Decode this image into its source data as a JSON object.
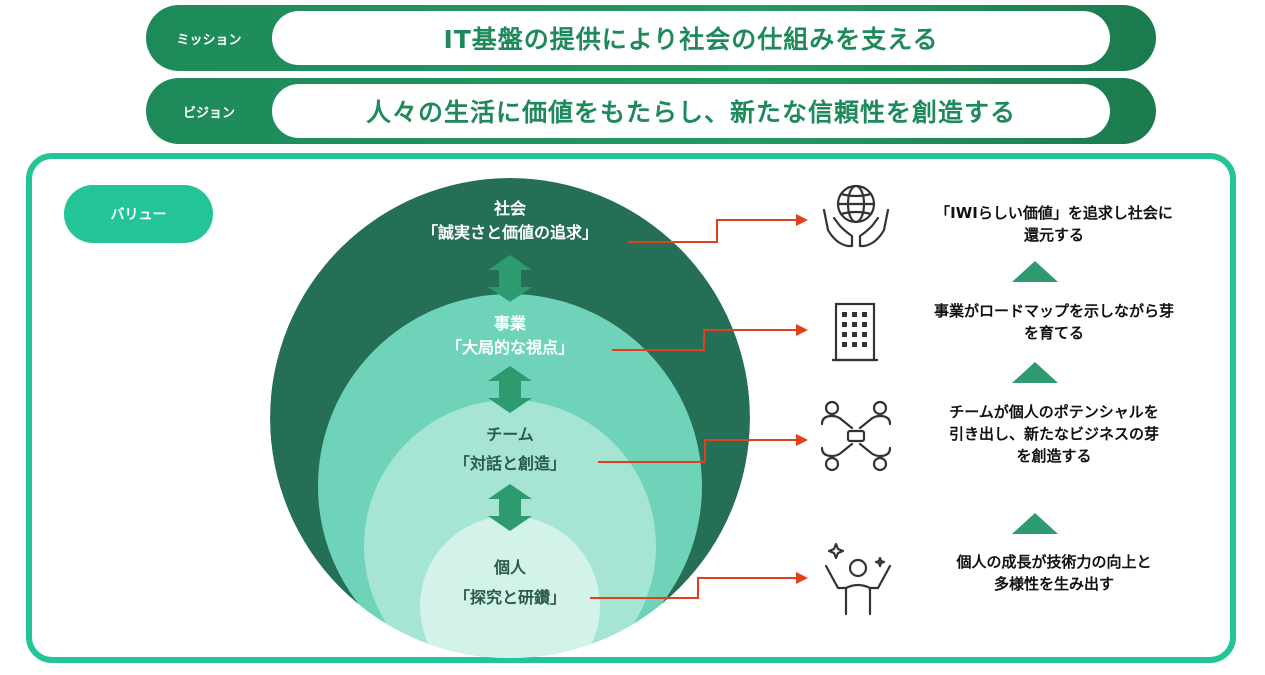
{
  "mission": {
    "tag": "ミッション",
    "text": "IT基盤の提供により社会の仕組みを支える"
  },
  "vision": {
    "tag": "ビジョン",
    "text": "人々の生活に価値をもたらし、新たな信頼性を創造する"
  },
  "values": {
    "tag": "バリュー",
    "layers": [
      {
        "name": "社会",
        "value": "「誠実さと価値の追求」"
      },
      {
        "name": "事業",
        "value": "「大局的な視点」"
      },
      {
        "name": "チーム",
        "value": "「対話と創造」"
      },
      {
        "name": "個人",
        "value": "「探究と研鑽」"
      }
    ],
    "icons": [
      "globe-hands-icon",
      "building-icon",
      "team-collaboration-icon",
      "person-growth-icon"
    ],
    "outcomes": [
      "「IWIらしい価値」を追求し社会に還元する",
      "事業がロードマップを示しながら芽を育てる",
      "チームが個人のポテンシャルを引き出し、新たなビジネスの芽を創造する",
      "個人の成長が技術力の向上と多様性を生み出す"
    ]
  },
  "colors": {
    "band_green": "#1e8a5a",
    "values_border": "#23c497",
    "circle_outer": "#256f57",
    "circle_2": "#6fd3ba",
    "circle_3": "#a6e4d4",
    "circle_4": "#d3f3ea",
    "arrow_green": "#2e9a70",
    "connector_red": "#e0401c"
  }
}
